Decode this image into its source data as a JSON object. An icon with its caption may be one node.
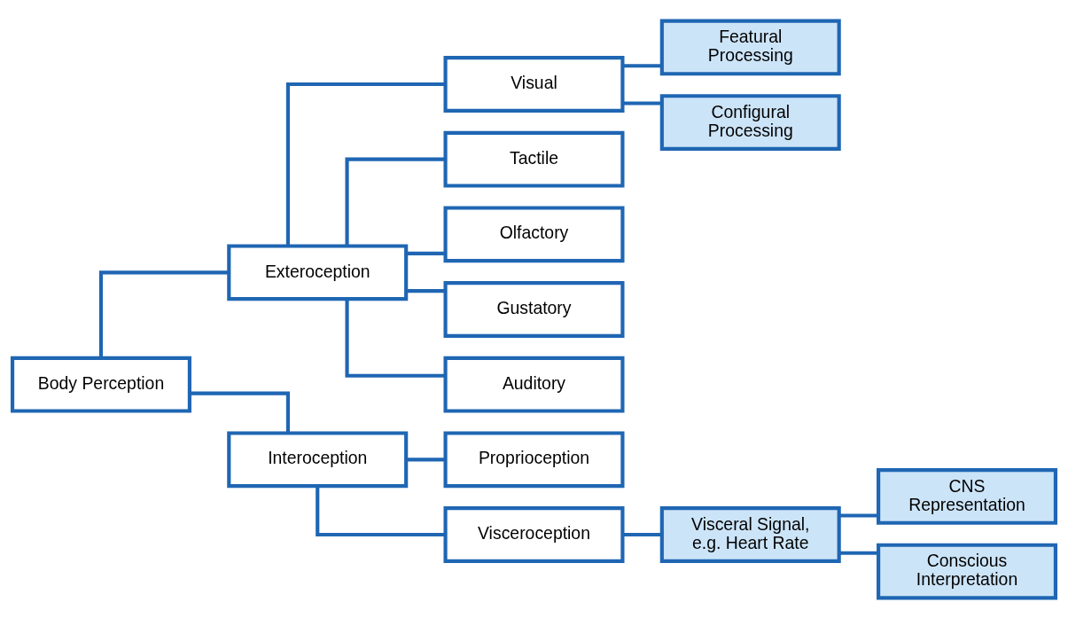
{
  "diagram": {
    "nodes": [
      {
        "text": [
          "Body Perception"
        ]
      },
      {
        "text": [
          "Exteroception"
        ]
      },
      {
        "text": [
          "Interoception"
        ]
      },
      {
        "text": [
          "Visual"
        ]
      },
      {
        "text": [
          "Tactile"
        ]
      },
      {
        "text": [
          "Olfactory"
        ]
      },
      {
        "text": [
          "Gustatory"
        ]
      },
      {
        "text": [
          "Auditory"
        ]
      },
      {
        "text": [
          "Featural Processing"
        ]
      },
      {
        "text": [
          "Configural Processing"
        ]
      },
      {
        "text": [
          "Proprioception"
        ]
      },
      {
        "text": [
          "Visceroception"
        ]
      },
      {
        "text": [
          "Visceral Signal, e.g. Heart Rate"
        ]
      },
      {
        "text": [
          "CNS Representation"
        ]
      },
      {
        "text": [
          "Conscious Interpretation"
        ]
      }
    ],
    "edges": [
      {
        "from": 0,
        "to": 1,
        "arrow": "none"
      },
      {
        "from": 0,
        "to": 2,
        "arrow": "none"
      },
      {
        "from": 1,
        "to": 3,
        "arrow": "none"
      },
      {
        "from": 1,
        "to": 4,
        "arrow": "none"
      },
      {
        "from": 1,
        "to": 5,
        "arrow": "none"
      },
      {
        "from": 1,
        "to": 6,
        "arrow": "none"
      },
      {
        "from": 1,
        "to": 7,
        "arrow": "none"
      },
      {
        "from": 3,
        "to": 8,
        "arrow": "none"
      },
      {
        "from": 3,
        "to": 9,
        "arrow": "none"
      },
      {
        "from": 2,
        "to": 10,
        "arrow": "none"
      },
      {
        "from": 2,
        "to": 11,
        "arrow": "none"
      },
      {
        "from": 11,
        "to": 12,
        "arrow": "none"
      },
      {
        "from": 12,
        "to": 13,
        "arrow": "none"
      },
      {
        "from": 12,
        "to": 14,
        "arrow": "none"
      }
    ]
  }
}
